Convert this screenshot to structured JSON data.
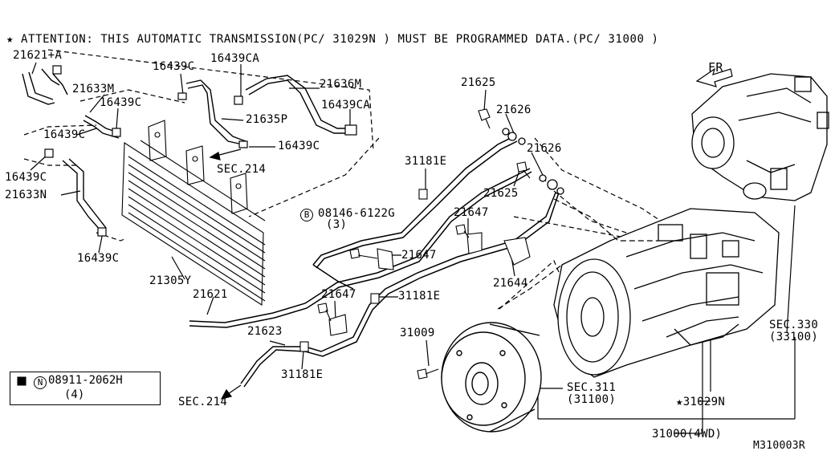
{
  "attention_note": "★ ATTENTION: THIS AUTOMATIC TRANSMISSION(PC/ 31029N ) MUST BE PROGRAMMED DATA.(PC/ 31000 )",
  "direction": "FR",
  "diagram_code": "M310003R",
  "legend": {
    "symbol": "N",
    "part": "08911-2062H",
    "qty": "(4)"
  },
  "bolt_callout": {
    "symbol": "B",
    "part": "08146-6122G",
    "qty": "(3)"
  },
  "labels": {
    "p21621a": "21621+A",
    "p16439c_1": "16439C",
    "p16439ca_1": "16439CA",
    "p21636m": "21636M",
    "p21633m": "21633M",
    "p16439c_2": "16439C",
    "p16439ca_2": "16439CA",
    "p21635p": "21635P",
    "p16439c_3": "16439C",
    "p16439c_4": "16439C",
    "sec214_a": "SEC.214",
    "p16439c_5": "16439C",
    "p21633n": "21633N",
    "p16439c_6": "16439C",
    "p21305y": "21305Y",
    "p21621": "21621",
    "p21623": "21623",
    "sec214_b": "SEC.214",
    "p31181e_1": "31181E",
    "p31181e_2": "31181E",
    "p31181e_3": "31181E",
    "p21647_1": "21647",
    "p21647_2": "21647",
    "p21647_3": "21647",
    "p21625_1": "21625",
    "p21626_1": "21626",
    "p21626_2": "21626",
    "p21625_2": "21625",
    "p21644": "21644",
    "p31009": "31009",
    "sec311": "SEC.311",
    "sec311_sub": "(31100)",
    "p31029n": "★31029N",
    "p31000": "31000(4WD)",
    "sec330": "SEC.330",
    "sec330_sub": "(33100)"
  }
}
